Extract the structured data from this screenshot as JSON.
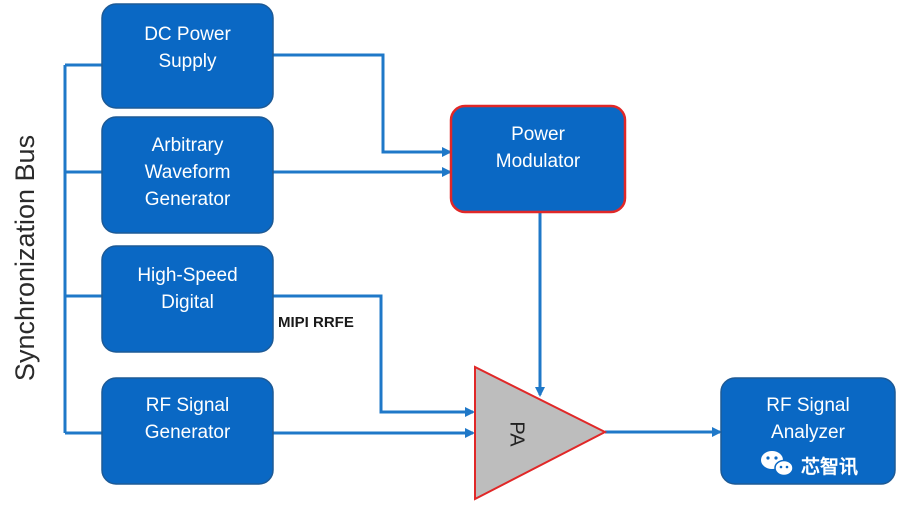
{
  "side_label": "Synchronization Bus",
  "blocks": {
    "dc_power_supply": [
      "DC Power",
      "Supply"
    ],
    "arbitrary_waveform_generator": [
      "Arbitrary",
      "Waveform",
      "Generator"
    ],
    "high_speed_digital": [
      "High-Speed",
      "Digital"
    ],
    "rf_signal_generator": [
      "RF Signal",
      "Generator"
    ],
    "power_modulator": [
      "Power",
      "Modulator"
    ],
    "pa": "PA",
    "rf_signal_analyzer": [
      "RF Signal",
      "Analyzer"
    ]
  },
  "edge_labels": {
    "mipi": "MIPI RRFE"
  },
  "watermark": "芯智讯",
  "colors": {
    "block_fill": "#0a68c4",
    "block_stroke": "#1d5a96",
    "modulator_stroke": "#e02828",
    "pa_fill": "#bdbdbd",
    "pa_stroke": "#e02828",
    "line": "#1f78c8"
  }
}
